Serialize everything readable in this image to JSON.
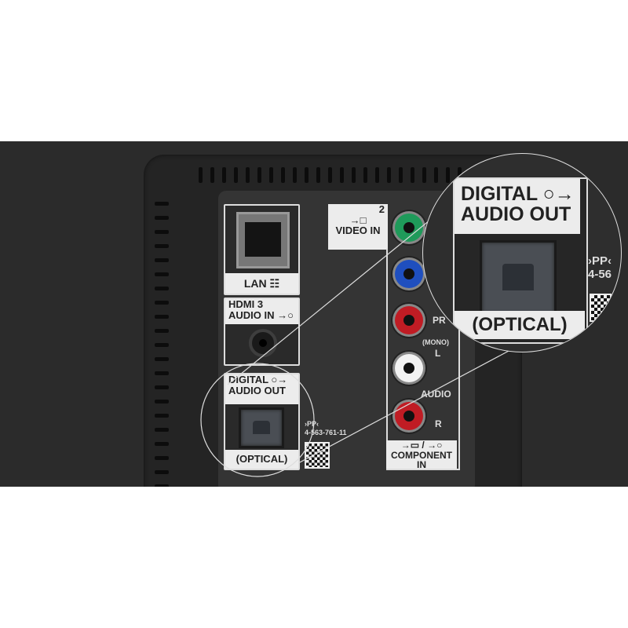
{
  "panel": {
    "lan_label": "LAN",
    "lan_icon": "network-icon",
    "hdmi_label_line1": "HDMI 3",
    "hdmi_label_line2": "AUDIO IN",
    "digital_line1": "DIGITAL",
    "digital_line2": "AUDIO OUT",
    "optical_label": "(OPTICAL)",
    "video_in_number": "2",
    "video_in_label": "VIDEO IN",
    "pr_label": "PR",
    "mono_label": "(MONO)",
    "l_label": "L",
    "audio_label": "AUDIO",
    "r_label": "R",
    "component_symbols": "/",
    "component_label": "COMPONENT IN",
    "model_mark": "›PP‹",
    "model_number": "4-563-761-11"
  },
  "magnifier": {
    "digital_line1": "DIGITAL",
    "digital_line2": "AUDIO OUT",
    "optical_label": "(OPTICAL)",
    "model_mark": "›PP‹",
    "model_partial": "4-56"
  },
  "colors": {
    "jack_green": "#1f9a5a",
    "jack_blue": "#1f4fbf",
    "jack_red": "#c01c24",
    "jack_white": "#f2f2f2"
  }
}
